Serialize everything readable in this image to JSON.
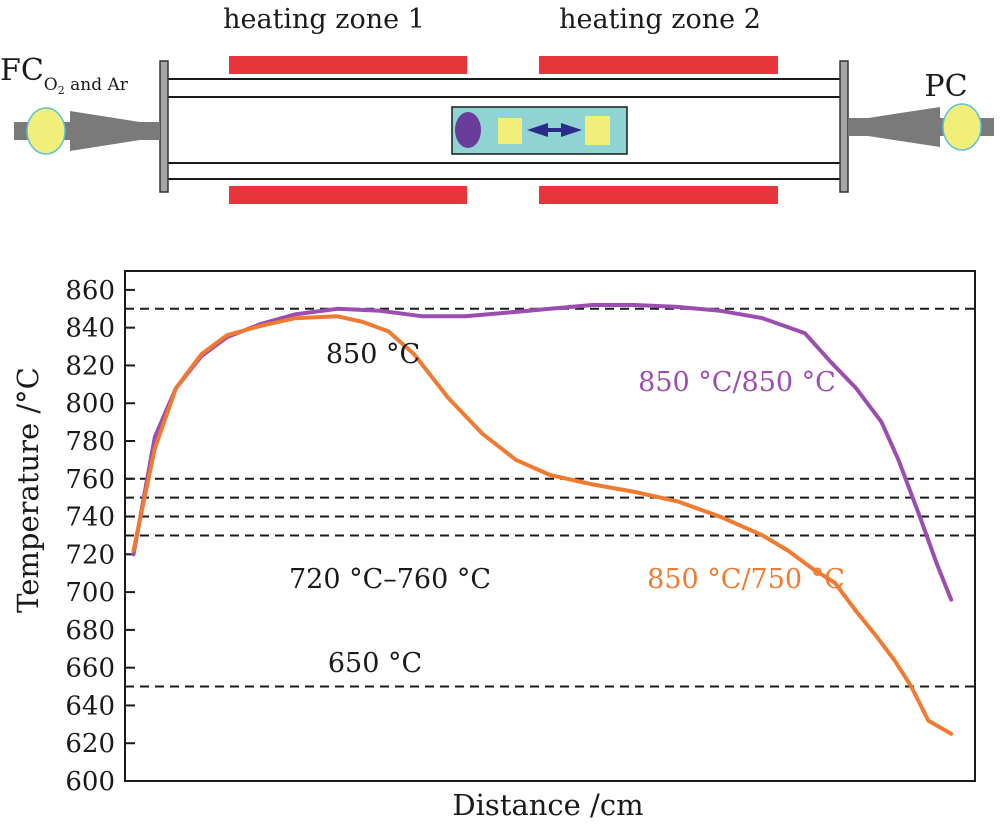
{
  "diagram": {
    "zone1_label": "heating zone 1",
    "zone2_label": "heating zone 2",
    "left_label_main": "FC",
    "left_label_sub1": "O",
    "left_label_sub2": "2",
    "left_label_sub3": " and Ar",
    "right_label": "PC",
    "colors": {
      "heater": "#e8353a",
      "tube_end": "#a6a6a6",
      "sensor": "#f2ee7a",
      "sensor_edge": "#5fc1d8",
      "boat": "#8fd3d3",
      "ellipse": "#6a3d9a",
      "square": "#f2ee7a",
      "arrow": "#2d2a8a"
    }
  },
  "chart_data": {
    "type": "line",
    "title": "",
    "xlabel": "Distance /cm",
    "ylabel": "Temperature /°C",
    "ylim": [
      600,
      870
    ],
    "xlim": [
      0,
      1
    ],
    "yticks": [
      "860",
      "840",
      "820",
      "800",
      "780",
      "760",
      "740",
      "720",
      "700",
      "680",
      "660",
      "640",
      "620",
      "600"
    ],
    "ytick_values": [
      860,
      840,
      820,
      800,
      780,
      760,
      740,
      720,
      700,
      680,
      660,
      640,
      620,
      600
    ],
    "grid": false,
    "reference_lines": [
      850,
      760,
      750,
      740,
      730,
      650
    ],
    "annotations": {
      "top_line": "850 °C",
      "middle_band": "720 °C–760 °C",
      "bottom_line": "650 °C"
    },
    "series": [
      {
        "name": "850 °C/850 °C",
        "color": "#9b4db0",
        "x": [
          0.01,
          0.035,
          0.06,
          0.09,
          0.12,
          0.16,
          0.2,
          0.25,
          0.3,
          0.35,
          0.4,
          0.45,
          0.5,
          0.55,
          0.6,
          0.65,
          0.7,
          0.75,
          0.8,
          0.83,
          0.86,
          0.89,
          0.91,
          0.935,
          0.955,
          0.972
        ],
        "y": [
          720,
          782,
          808,
          825,
          835,
          842,
          847,
          850,
          849,
          846,
          846,
          848,
          850,
          852,
          852,
          851,
          849,
          845,
          837,
          822,
          808,
          790,
          770,
          740,
          715,
          696
        ]
      },
      {
        "name": "850 °C/750 °C",
        "color": "#ef7a30",
        "x": [
          0.01,
          0.035,
          0.06,
          0.09,
          0.12,
          0.16,
          0.2,
          0.25,
          0.28,
          0.31,
          0.34,
          0.38,
          0.42,
          0.46,
          0.5,
          0.55,
          0.6,
          0.65,
          0.7,
          0.75,
          0.78,
          0.81,
          0.835,
          0.86,
          0.885,
          0.905,
          0.925,
          0.945,
          0.972
        ],
        "y": [
          722,
          776,
          808,
          826,
          836,
          841,
          845,
          846,
          843,
          838,
          826,
          803,
          784,
          770,
          762,
          757,
          753,
          748,
          740,
          730,
          722,
          712,
          705,
          690,
          676,
          664,
          650,
          632,
          625
        ]
      }
    ]
  }
}
